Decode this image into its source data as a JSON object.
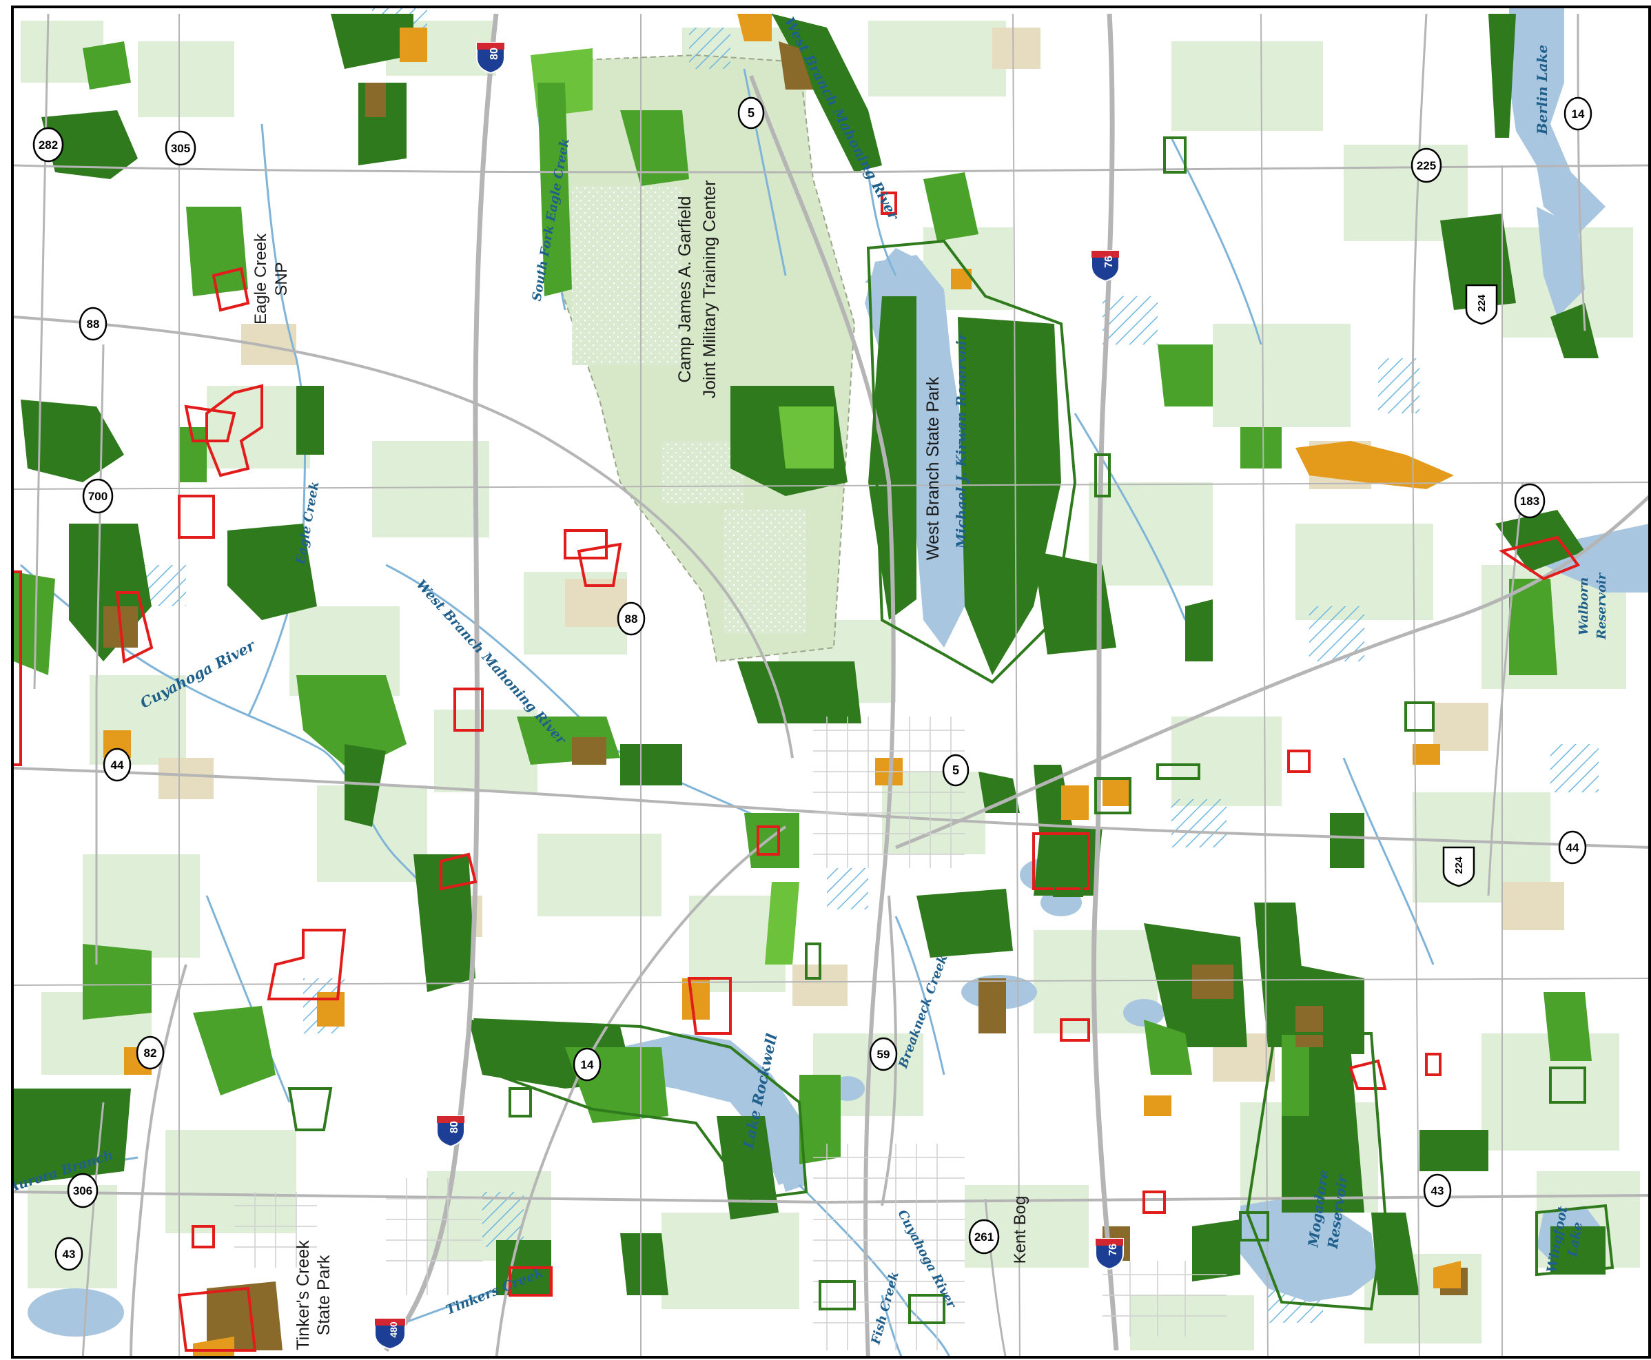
{
  "colors": {
    "background": "#ffffff",
    "pale_green": "#dfeed6",
    "light_green": "#c6e1b5",
    "tan": "#d9c9a3",
    "forest_dark": "#2f7a1c",
    "forest_mid": "#4aa22b",
    "forest_bright": "#6cc23a",
    "wetland_brown": "#8a6a2a",
    "orange": "#e49a1a",
    "water": "#a8c6e0",
    "stream": "#7fb4d8",
    "road": "#b5b5b5",
    "boundary_red": "#e21b1b",
    "boundary_green": "#2f7a1c",
    "frame": "#000000",
    "interstate_blue": "#1c3f95",
    "interstate_red": "#d22630"
  },
  "place_labels": {
    "eagle_creek_snp_1": "Eagle Creek",
    "eagle_creek_snp_2": "SNP",
    "camp_garfield_1": "Camp James A. Garfield",
    "camp_garfield_2": "Joint Military Training Center",
    "west_branch_sp": "West Branch State Park",
    "tinkers_creek_sp_1": "Tinker's Creek",
    "tinkers_creek_sp_2": "State Park",
    "kent_bog": "Kent Bog"
  },
  "water_labels": {
    "west_branch_mahoning_top": "West Branch Mahoning River",
    "south_fork_eagle_creek": "South Fork Eagle Creek",
    "berlin_lake": "Berlin Lake",
    "kirwan_reservoir": "Michael J. Kirwan Reservoir",
    "walborn_reservoir_1": "Walborn",
    "walborn_reservoir_2": "Reservoir",
    "eagle_creek": "Eagle Creek",
    "west_branch_mahoning_mid": "West Branch Mahoning River",
    "cuyahoga_river_upper": "Cuyahoga River",
    "lake_rockwell": "Lake Rockwell",
    "breakneck_creek": "Breakneck Creek",
    "mogadore_1": "Mogadore",
    "mogadore_2": "Reservoir",
    "aurora_branch": "Aurora Branch",
    "tinkers_creek": "Tinkers Creek",
    "fish_creek": "Fish Creek",
    "cuyahoga_river_lower": "Cuyahoga River",
    "wingfoot_1": "Wingfoot",
    "wingfoot_2": "Lake"
  },
  "shields": {
    "sr_282": "282",
    "sr_305": "305",
    "i80_top": "80",
    "sr_5_top": "5",
    "sr_225": "225",
    "sr_14_ne": "14",
    "i76_top": "76",
    "us_224_ne": "224",
    "sr_88_w": "88",
    "sr_700": "700",
    "sr_183": "183",
    "sr_88_c": "88",
    "sr_44_w": "44",
    "sr_5_c": "5",
    "us_224_e": "224",
    "sr_44_e": "44",
    "sr_82": "82",
    "sr_59": "59",
    "sr_14_c": "14",
    "i80_bottom": "80",
    "sr_306": "306",
    "sr_43_w": "43",
    "sr_261": "261",
    "i76_bottom": "76",
    "sr_43_e": "43",
    "i480": "480"
  }
}
